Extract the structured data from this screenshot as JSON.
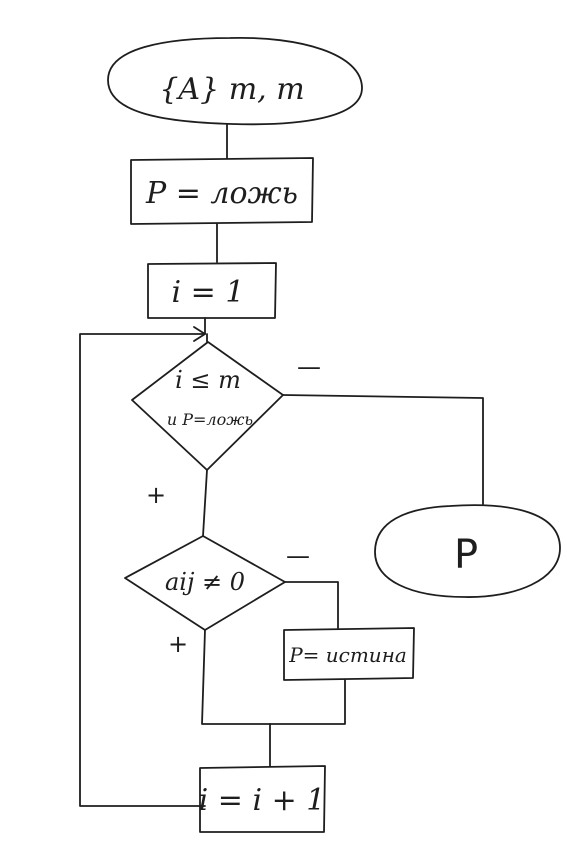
{
  "flowchart": {
    "start_label": "{A} m, m",
    "init_p": "P = ложь",
    "init_i": "i = 1",
    "condition_loop_line1": "i ≤ m",
    "condition_loop_line2": "и P=ложь",
    "condition_elem": "aij ≠ 0",
    "assign_true": "P= истина",
    "increment": "i = i + 1",
    "end_label": "P",
    "branch_minus_top": "—",
    "branch_plus_loop": "+",
    "branch_minus_elem": "—",
    "branch_plus_elem": "+"
  },
  "colors": {
    "ink": "#1e1e1e",
    "paper": "#ffffff"
  }
}
